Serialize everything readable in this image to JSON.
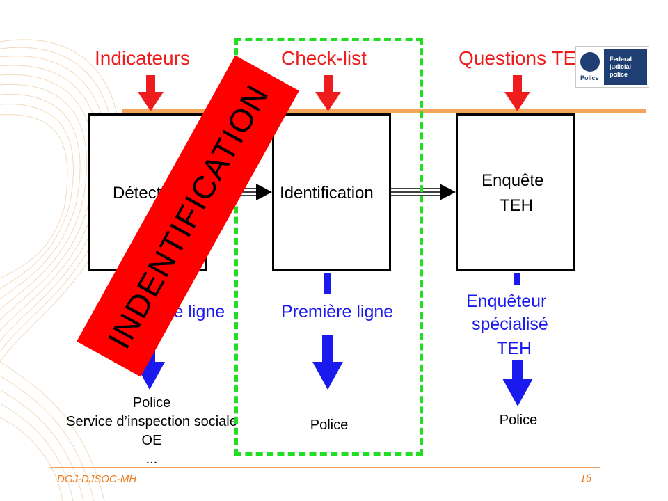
{
  "headers": {
    "indicateurs": "Indicateurs",
    "checklist": "Check-list",
    "questions": "Questions TEH"
  },
  "boxes": {
    "detection": "Détection",
    "identification": "Identification",
    "enquete_line1": "Enquête",
    "enquete_line2": "TEH"
  },
  "lines": {
    "premiere_ligne_1": "Première ligne",
    "premiere_ligne_2": "Première ligne",
    "enqueteur_1": "Enquêteur",
    "enqueteur_2": "spécialisé",
    "enqueteur_3": "TEH"
  },
  "actors": {
    "col1": [
      "Police",
      "Service d’inspection sociale",
      "OE",
      "..."
    ],
    "col2": "Police",
    "col3": "Police"
  },
  "stamp": "INDENTIFICATION",
  "logo": {
    "line1": "Federal",
    "line2": "judicial",
    "line3": "police",
    "badge": "Police"
  },
  "footer": {
    "left": "DGJ-DJSOC-MH",
    "page": "16"
  },
  "colors": {
    "red": "#ee1c1c",
    "blue": "#1a1aee",
    "green_dash": "#22dd22",
    "orange_bar": "#f7a55a",
    "footer": "#f07818"
  }
}
